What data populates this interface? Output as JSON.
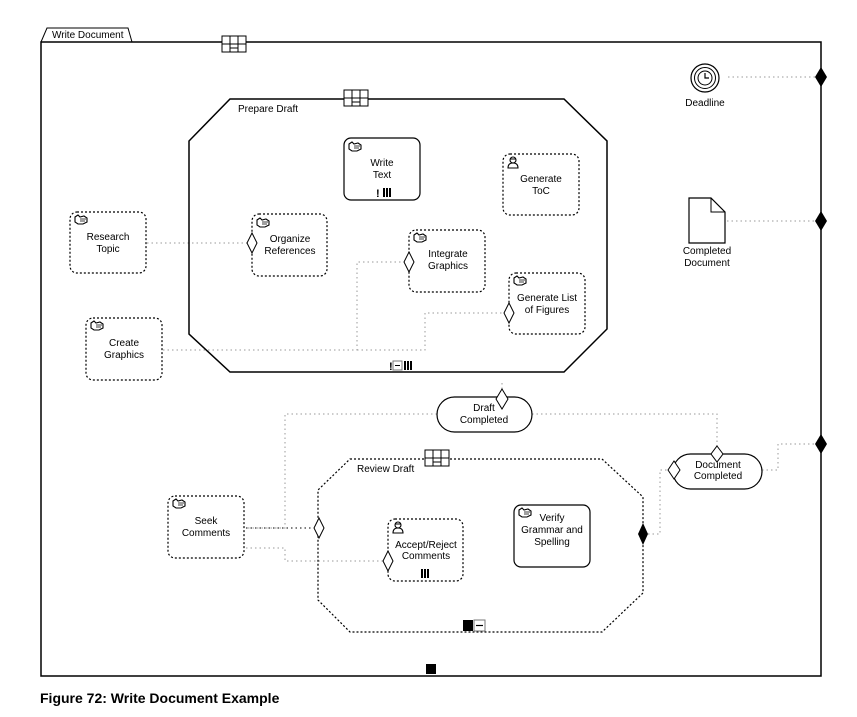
{
  "pool": {
    "label": "Write Document"
  },
  "subprocesses": {
    "prepare_draft": {
      "label": "Prepare Draft"
    },
    "review_draft": {
      "label": "Review Draft"
    }
  },
  "tasks": {
    "research_topic": {
      "lines": [
        "Research",
        "Topic"
      ],
      "icon": "hand-icon"
    },
    "create_graphics": {
      "lines": [
        "Create",
        "Graphics"
      ],
      "icon": "hand-icon"
    },
    "write_text": {
      "lines": [
        "Write",
        "Text"
      ],
      "icon": "hand-icon",
      "markers": "! III"
    },
    "organize_references": {
      "lines": [
        "Organize",
        "References"
      ],
      "icon": "hand-icon"
    },
    "integrate_graphics": {
      "lines": [
        "Integrate",
        "Graphics"
      ],
      "icon": "hand-icon"
    },
    "generate_toc": {
      "lines": [
        "Generate",
        "ToC"
      ],
      "icon": "user-icon"
    },
    "generate_list_of_figures": {
      "lines": [
        "Generate List",
        "of Figures"
      ],
      "icon": "hand-icon"
    },
    "seek_comments": {
      "lines": [
        "Seek",
        "Comments"
      ],
      "icon": "hand-icon"
    },
    "accept_reject_comments": {
      "lines": [
        "Accept/Reject",
        "Comments"
      ],
      "icon": "user-icon",
      "markers": "III"
    },
    "verify_grammar": {
      "lines": [
        "Verify",
        "Grammar and",
        "Spelling"
      ],
      "icon": "hand-icon"
    }
  },
  "events": {
    "draft_completed": {
      "lines": [
        "Draft",
        "Completed"
      ]
    },
    "document_completed": {
      "lines": [
        "Document",
        "Completed"
      ]
    }
  },
  "artifacts": {
    "deadline": {
      "label": "Deadline",
      "icon": "timer-icon"
    },
    "completed_document": {
      "lines": [
        "Completed",
        "Document"
      ],
      "icon": "document-icon"
    }
  },
  "caption": "Figure 72: Write Document Example"
}
